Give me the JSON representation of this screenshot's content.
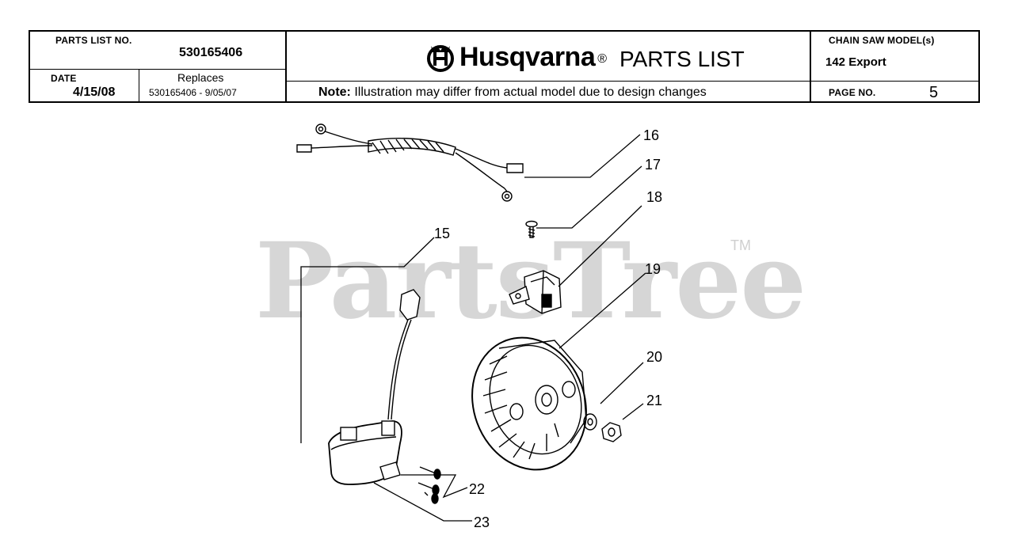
{
  "header": {
    "parts_list_no_label": "PARTS LIST NO.",
    "parts_list_no": "530165406",
    "date_label": "DATE",
    "date": "4/15/08",
    "replaces_label": "Replaces",
    "replaces": "530165406 - 9/05/07",
    "brand": "Husqvarna",
    "registered": "®",
    "title": "PARTS LIST",
    "note_label": "Note:",
    "note_text": "Illustration may differ from actual model due to design changes",
    "model_label": "CHAIN SAW MODEL(s)",
    "model": "142 Export",
    "page_label": "PAGE   NO.",
    "page_no": "5"
  },
  "watermark": {
    "text": "PartsTree",
    "tm": "TM"
  },
  "callouts": [
    "16",
    "17",
    "18",
    "15",
    "19",
    "20",
    "21",
    "22",
    "23"
  ],
  "colors": {
    "line": "#000000",
    "watermark": "#d6d6d6",
    "background": "#ffffff"
  }
}
